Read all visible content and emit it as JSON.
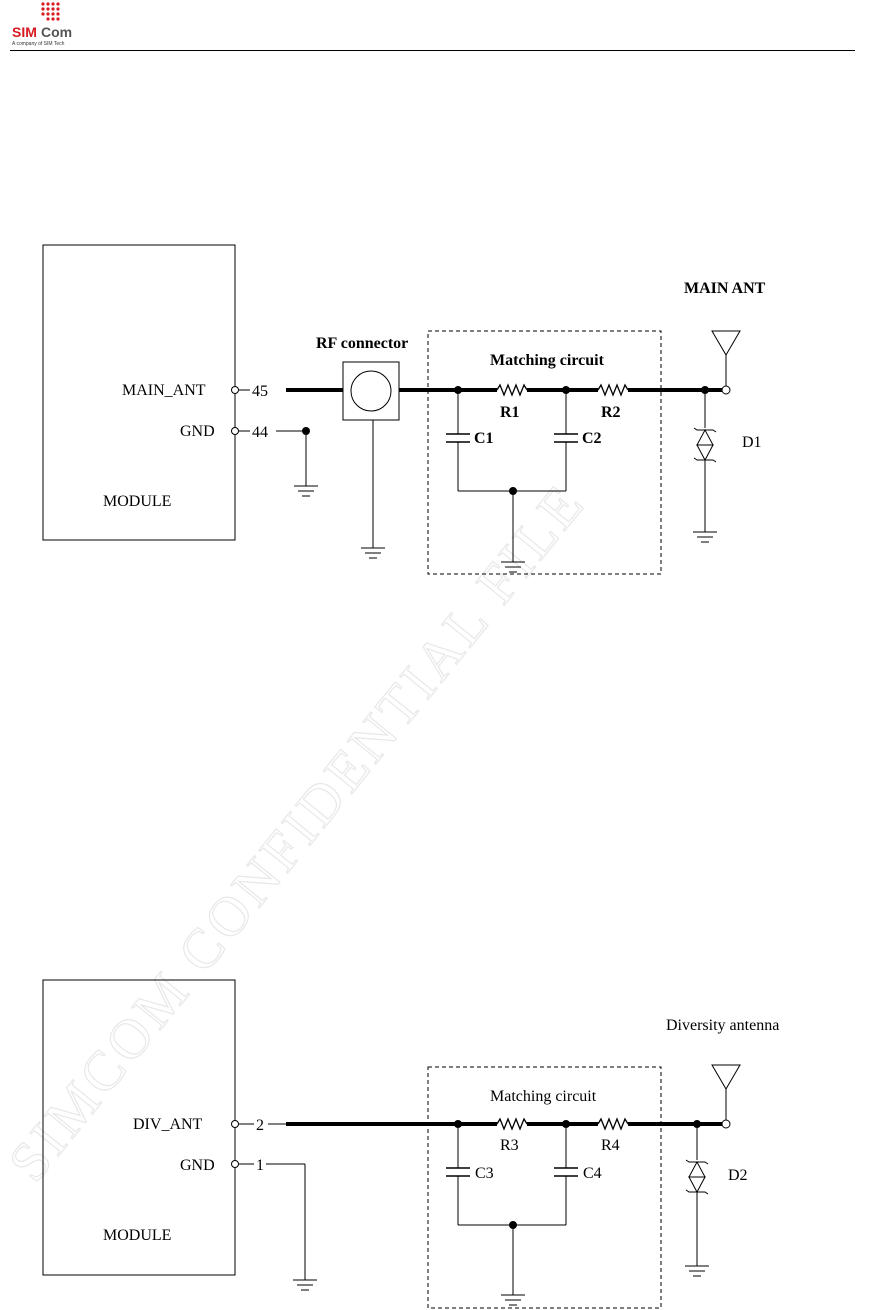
{
  "header": {
    "logo_sim": "SIM",
    "logo_com": "Com",
    "logo_tagline": "A company of SIM Tech",
    "brand_color": "#d71920"
  },
  "watermark": "SIMCOM CONFIDENTIAL FILE",
  "diagram_main": {
    "module_label": "MODULE",
    "pin_ant_name": "MAIN_ANT",
    "pin_ant_number": "45",
    "pin_gnd_name": "GND",
    "pin_gnd_number": "44",
    "rf_connector_label": "RF connector",
    "matching_label": "Matching circuit",
    "r_first": "R1",
    "r_second": "R2",
    "c_first": "C1",
    "c_second": "C2",
    "diode": "D1",
    "antenna_label": "MAIN ANT"
  },
  "diagram_div": {
    "module_label": "MODULE",
    "pin_ant_name": "DIV_ANT",
    "pin_ant_number": "2",
    "pin_gnd_name": "GND",
    "pin_gnd_number": "1",
    "matching_label": "Matching circuit",
    "r_first": "R3",
    "r_second": "R4",
    "c_first": "C3",
    "c_second": "C4",
    "diode": "D2",
    "antenna_label": "Diversity antenna"
  }
}
